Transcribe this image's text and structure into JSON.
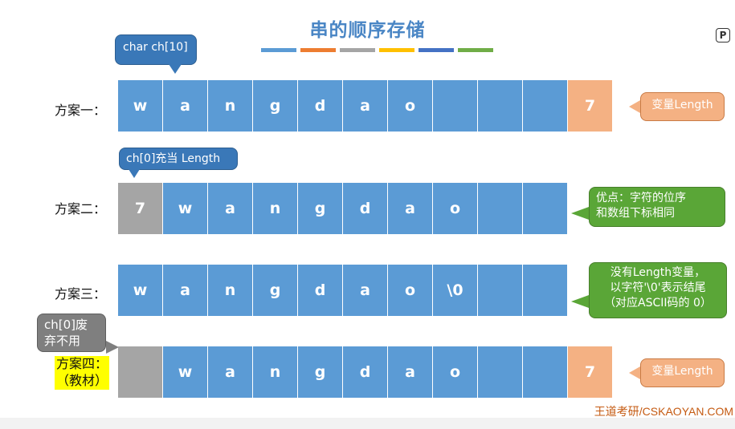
{
  "title": "串的顺序存储",
  "color_bars": [
    "#5b9bd5",
    "#ed7d31",
    "#a5a5a5",
    "#ffc000",
    "#4472c4",
    "#70ad47"
  ],
  "schemes": [
    {
      "label": "方案一：",
      "cells": [
        {
          "text": "w",
          "style": "blue"
        },
        {
          "text": "a",
          "style": "blue"
        },
        {
          "text": "n",
          "style": "blue"
        },
        {
          "text": "g",
          "style": "blue"
        },
        {
          "text": "d",
          "style": "blue"
        },
        {
          "text": "a",
          "style": "blue"
        },
        {
          "text": "o",
          "style": "blue"
        },
        {
          "text": "",
          "style": "blue"
        },
        {
          "text": "",
          "style": "blue"
        },
        {
          "text": "",
          "style": "blue"
        },
        {
          "text": "7",
          "style": "orange"
        }
      ],
      "note": "变量Length"
    },
    {
      "label": "方案二：",
      "cells": [
        {
          "text": "7",
          "style": "gray"
        },
        {
          "text": "w",
          "style": "blue"
        },
        {
          "text": "a",
          "style": "blue"
        },
        {
          "text": "n",
          "style": "blue"
        },
        {
          "text": "g",
          "style": "blue"
        },
        {
          "text": "d",
          "style": "blue"
        },
        {
          "text": "a",
          "style": "blue"
        },
        {
          "text": "o",
          "style": "blue"
        },
        {
          "text": "",
          "style": "blue"
        },
        {
          "text": "",
          "style": "blue"
        }
      ],
      "note_lines": [
        "优点：字符的位序",
        "和数组下标相同"
      ]
    },
    {
      "label": "方案三：",
      "cells": [
        {
          "text": "w",
          "style": "blue"
        },
        {
          "text": "a",
          "style": "blue"
        },
        {
          "text": "n",
          "style": "blue"
        },
        {
          "text": "g",
          "style": "blue"
        },
        {
          "text": "d",
          "style": "blue"
        },
        {
          "text": "a",
          "style": "blue"
        },
        {
          "text": "o",
          "style": "blue"
        },
        {
          "text": "\\0",
          "style": "blue"
        },
        {
          "text": "",
          "style": "blue"
        },
        {
          "text": "",
          "style": "blue"
        }
      ],
      "note_lines": [
        "没有Length变量，",
        "以字符'\\0'表示结尾",
        "（对应ASCII码的 0）"
      ]
    },
    {
      "label_lines": [
        "方案四：",
        "（教材）"
      ],
      "cells": [
        {
          "text": "",
          "style": "gray"
        },
        {
          "text": "w",
          "style": "blue"
        },
        {
          "text": "a",
          "style": "blue"
        },
        {
          "text": "n",
          "style": "blue"
        },
        {
          "text": "g",
          "style": "blue"
        },
        {
          "text": "d",
          "style": "blue"
        },
        {
          "text": "a",
          "style": "blue"
        },
        {
          "text": "o",
          "style": "blue"
        },
        {
          "text": "",
          "style": "blue"
        },
        {
          "text": "",
          "style": "blue"
        },
        {
          "text": "7",
          "style": "orange"
        }
      ],
      "note": "变量Length"
    }
  ],
  "callouts": {
    "char_decl": "char ch[10]",
    "ch0_length": "ch[0]充当 Length",
    "ch0_unused_lines": [
      "ch[0]废",
      "弃不用"
    ]
  },
  "credit": "王道考研/CSKAOYAN.COM",
  "p_icon": "P"
}
